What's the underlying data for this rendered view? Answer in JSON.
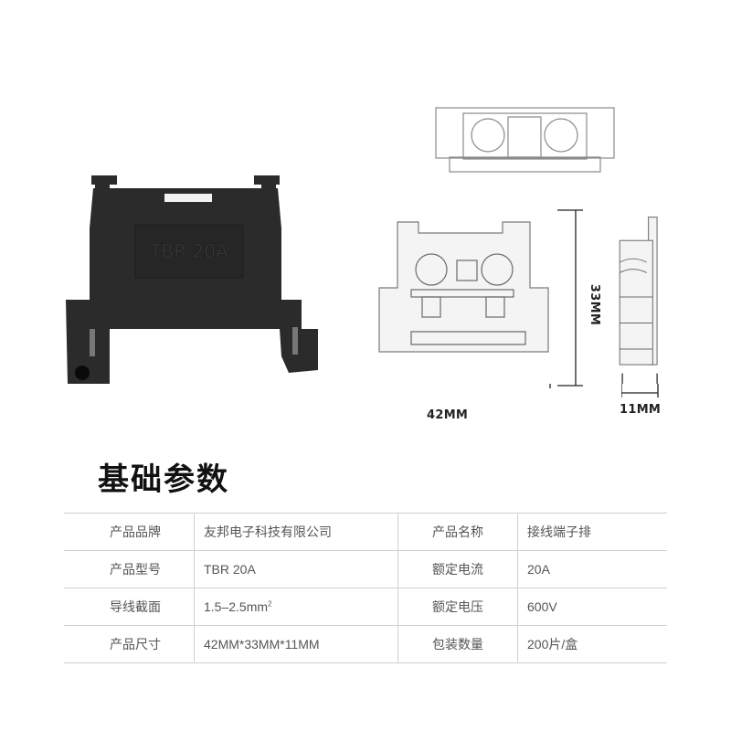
{
  "product": {
    "embossed_label": "TBR-20A"
  },
  "dimensions": {
    "width": "42MM",
    "height": "33MM",
    "depth": "11MM"
  },
  "section_title": "基础参数",
  "specs": [
    {
      "key1": "产品品牌",
      "value1": "友邦电子科技有限公司",
      "key2": "产品名称",
      "value2": "接线端子排"
    },
    {
      "key1": "产品型号",
      "value1": "TBR 20A",
      "key2": "额定电流",
      "value2": "20A"
    },
    {
      "key1": "导线截面",
      "value1": "1.5–2.5mm",
      "value1_sup": "2",
      "key2": "额定电压",
      "value2": "600V"
    },
    {
      "key1": "产品尺寸",
      "value1": "42MM*33MM*11MM",
      "key2": "包装数量",
      "value2": "200片/盒"
    }
  ],
  "colors": {
    "product_body": "#2b2b2b",
    "drawing_stroke": "#777777",
    "table_border": "#d0d0d0"
  }
}
